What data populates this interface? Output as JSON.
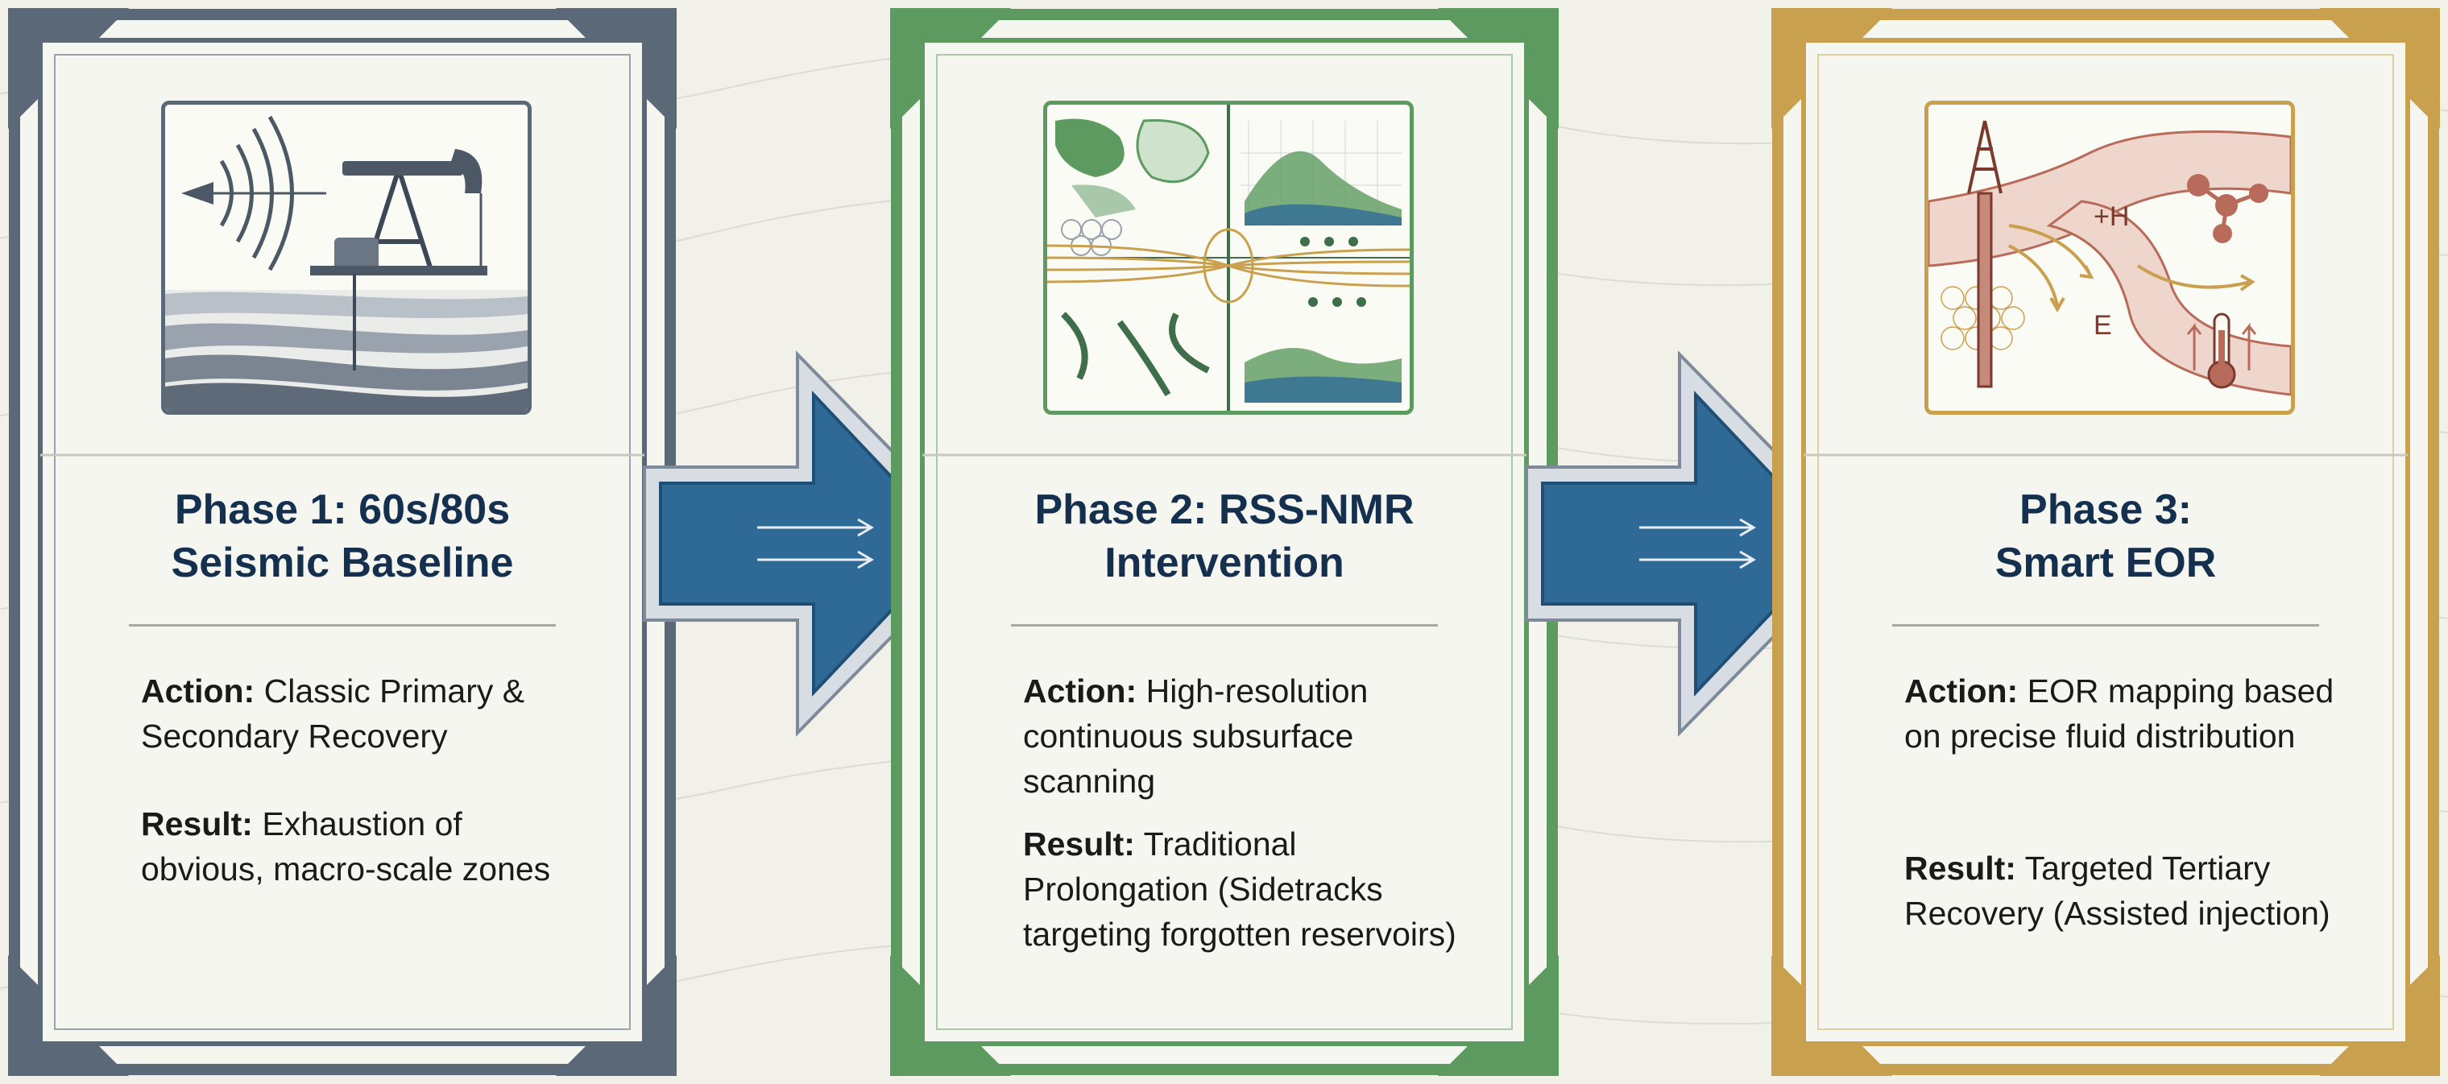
{
  "phases": [
    {
      "title_line1": "Phase 1: 60s/80s",
      "title_line2": "Seismic Baseline",
      "action_label": "Action:",
      "action_text": "Classic Primary & Secondary Recovery",
      "result_label": "Result:",
      "result_text": "Exhaustion of obvious, macro-scale zones",
      "accent": "#5a6878"
    },
    {
      "title_line1": "Phase 2: RSS-NMR",
      "title_line2": "Intervention",
      "action_label": "Action:",
      "action_text": "High-resolution continuous subsurface scanning",
      "result_label": "Result:",
      "result_text": "Traditional Prolongation (Sidetracks targeting forgotten reservoirs)",
      "accent": "#5d9a5f"
    },
    {
      "title_line1": "Phase 3:",
      "title_line2": "Smart EOR",
      "action_label": "Action:",
      "action_text": "EOR mapping based on precise fluid distribution",
      "result_label": "Result:",
      "result_text": "Targeted Tertiary Recovery (Assisted injection)",
      "accent": "#c9a04e"
    }
  ],
  "illustration_labels": {
    "hydrogen": "+H",
    "energy": "E"
  },
  "arrow_color": "#2f6a96",
  "title_color": "#15304f",
  "icons": [
    "seismic-pumpjack-icon",
    "nmr-scan-panels-icon",
    "eor-injection-icon",
    "right-arrow-icon"
  ]
}
